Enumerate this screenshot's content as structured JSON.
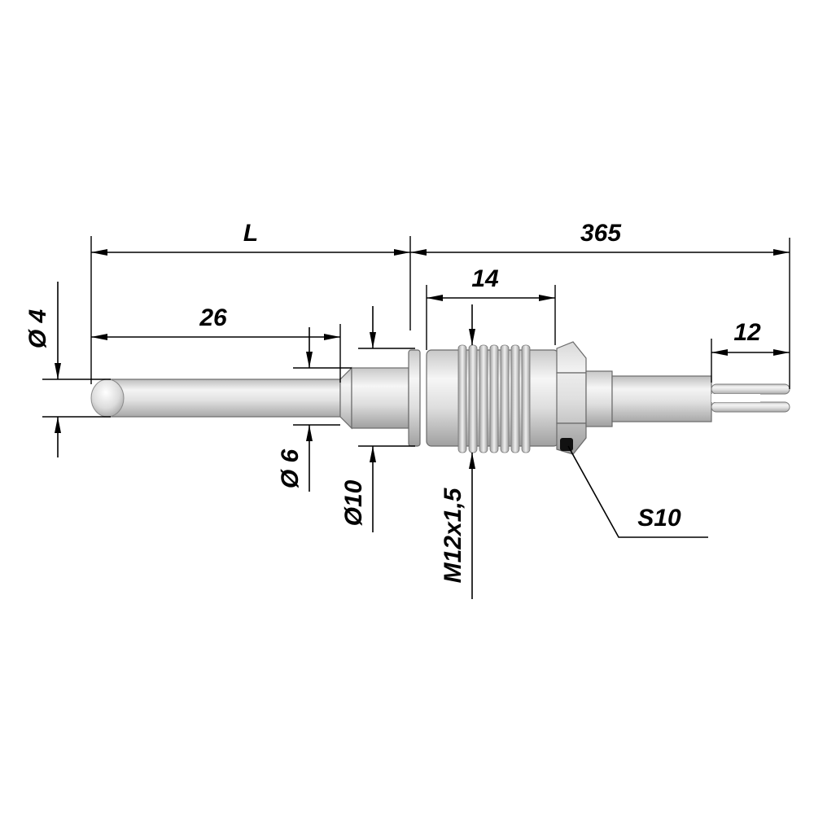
{
  "dimensions": {
    "overall_length": "L",
    "cable_length": "365",
    "tip_length": "26",
    "thread_length": "14",
    "lead_length": "12",
    "tip_diameter": "Ø 4",
    "stem_diameter": "Ø 6",
    "collar_diameter": "Ø10",
    "thread_spec": "M12x1,5",
    "hex_size": "S10"
  },
  "colors": {
    "lines": "#000000",
    "metal_light": "#f2f2f2",
    "metal_mid": "#cfcfcf",
    "metal_dark": "#9a9a9a"
  }
}
